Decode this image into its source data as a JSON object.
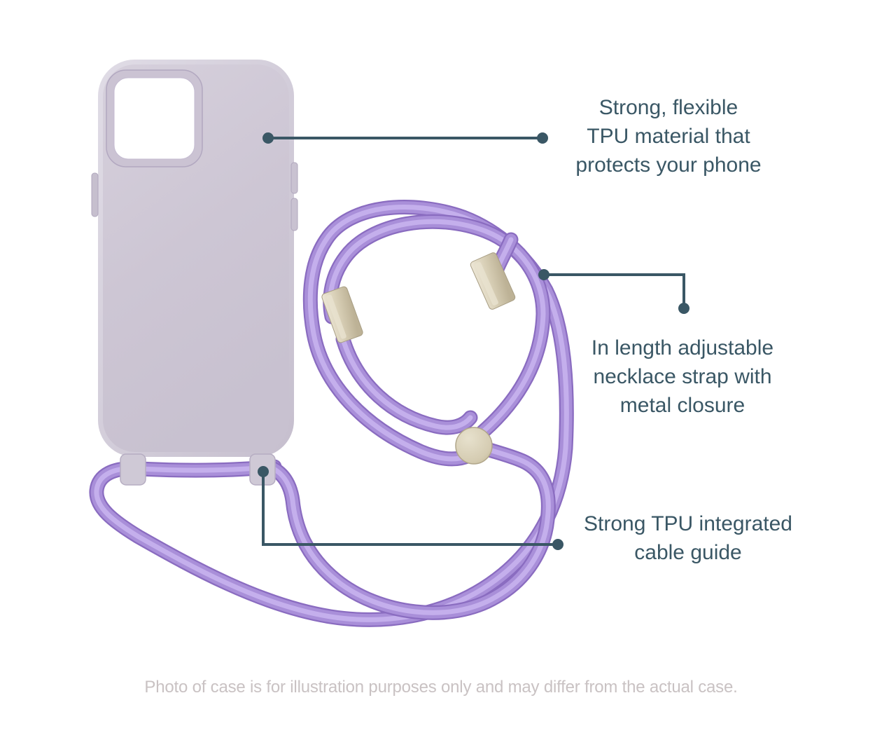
{
  "annotations": {
    "tpu_material": {
      "lines": [
        "Strong, flexible",
        "TPU material that",
        "protects your phone"
      ]
    },
    "necklace_strap": {
      "lines": [
        "In length adjustable",
        "necklace strap with",
        "metal closure"
      ]
    },
    "cable_guide": {
      "lines": [
        "Strong TPU integrated",
        "cable guide"
      ]
    }
  },
  "footer": {
    "disclaimer": "Photo of case is for illustration purposes only and may differ from the actual case."
  },
  "illustration": {
    "parts": [
      "lavender-phone-case",
      "camera-cutout",
      "purple-necklace-cord",
      "metal-end-cap-left",
      "metal-end-cap-right",
      "metal-adjuster-disc",
      "cable-guide-tabs"
    ]
  },
  "theme": {
    "background": "#ffffff",
    "ink": "#3a5765",
    "footer_text": "#c9c2c3",
    "case": "#cdc6d4",
    "case_edge": "#dcd8e3",
    "case_dark": "#b2a8c0",
    "case_part": "#cfc9d6",
    "cord": "#a98fd9",
    "cord_dark": "#8a6cc0",
    "cord_light": "#c9b5ee",
    "metal": "#d8cfb6",
    "metal_light": "#e9e2cf",
    "metal_dark": "#a89e84"
  }
}
